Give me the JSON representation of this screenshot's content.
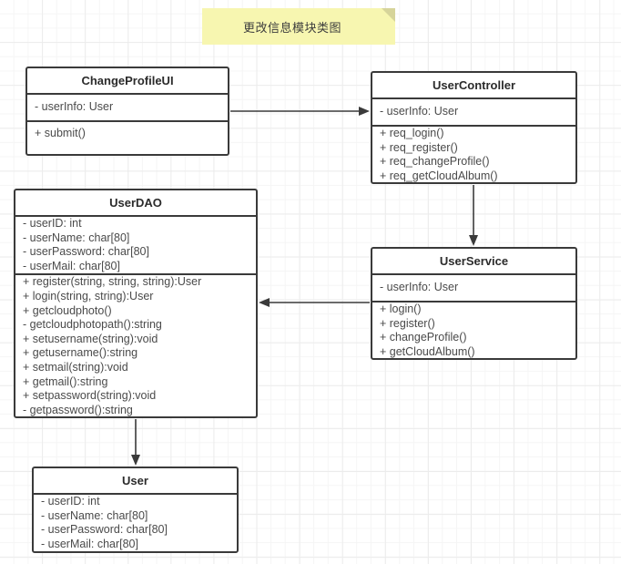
{
  "diagram": {
    "title_note": {
      "text": "更改信息模块类图"
    },
    "classes": [
      {
        "id": "changeprofileui",
        "name": "ChangeProfileUI",
        "attributes": [
          "- userInfo: User"
        ],
        "methods": [
          "+ submit()"
        ]
      },
      {
        "id": "usercontroller",
        "name": "UserController",
        "attributes": [
          "- userInfo: User"
        ],
        "methods": [
          "+ req_login()",
          "+ req_register()",
          "+ req_changeProfile()",
          "+ req_getCloudAlbum()"
        ]
      },
      {
        "id": "userdao",
        "name": "UserDAO",
        "attributes": [
          "- userID: int",
          "- userName: char[80]",
          "- userPassword: char[80]",
          "- userMail: char[80]"
        ],
        "methods": [
          "+ register(string, string, string):User",
          "+ login(string, string):User",
          "+ getcloudphoto()",
          "-  getcloudphotopath():string",
          "+ setusername(string):void",
          "+ getusername():string",
          "+ setmail(string):void",
          "+ getmail():string",
          "+ setpassword(string):void",
          "-  getpassword():string"
        ]
      },
      {
        "id": "userservice",
        "name": "UserService",
        "attributes": [
          "- userInfo: User"
        ],
        "methods": [
          "+ login()",
          "+ register()",
          "+ changeProfile()",
          "+ getCloudAlbum()"
        ]
      },
      {
        "id": "user",
        "name": "User",
        "attributes": [
          "- userID: int",
          "- userName: char[80]",
          "- userPassword: char[80]",
          "- userMail: char[80]"
        ],
        "methods": []
      }
    ],
    "connections": [
      {
        "from": "ChangeProfileUI",
        "to": "UserController",
        "direction": "right"
      },
      {
        "from": "UserController",
        "to": "UserService",
        "direction": "down"
      },
      {
        "from": "UserService",
        "to": "UserDAO",
        "direction": "left"
      },
      {
        "from": "UserDAO",
        "to": "User",
        "direction": "down"
      }
    ],
    "colors": {
      "note_fill": "#f7f6b0",
      "note_fold": "#d6d49a",
      "box_border": "#3a3a3a",
      "box_fill": "#ffffff",
      "text": "#4a4a4a",
      "title_text": "#2b2b2b",
      "connector": "#3a3a3a",
      "grid_minor": "#f5f5f5",
      "grid_major": "#ececec"
    }
  }
}
